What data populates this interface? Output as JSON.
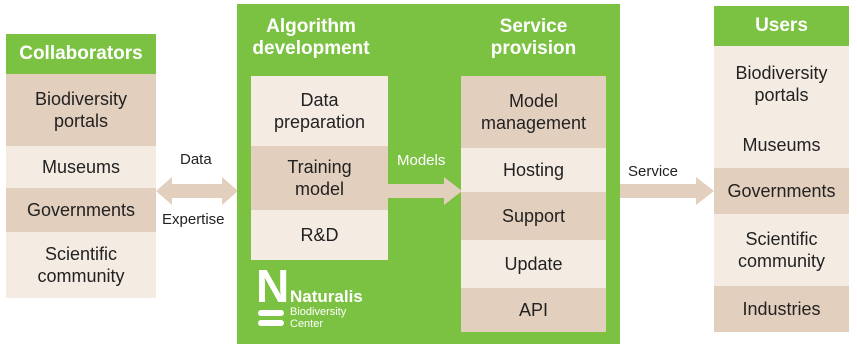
{
  "collaborators": {
    "header": "Collaborators",
    "items": [
      "Biodiversity\nportals",
      "Museums",
      "Governments",
      "Scientific\ncommunity"
    ]
  },
  "exchange": {
    "top_label": "Data",
    "bottom_label": "Expertise"
  },
  "algorithm": {
    "header": "Algorithm\ndevelopment",
    "items": [
      "Data\npreparation",
      "Training\nmodel",
      "R&D"
    ]
  },
  "models_label": "Models",
  "service_provision": {
    "header": "Service\nprovision",
    "items": [
      "Model\nmanagement",
      "Hosting",
      "Support",
      "Update",
      "API"
    ]
  },
  "service_label": "Service",
  "users": {
    "header": "Users",
    "items": [
      "Biodiversity\nportals",
      "Museums",
      "Governments",
      "Scientific\ncommunity",
      "Industries"
    ]
  },
  "logo": {
    "name": "Naturalis",
    "sub1": "Biodiversity",
    "sub2": "Center",
    "mark": "N"
  },
  "colors": {
    "green": "#7cc242",
    "tan_dark": "#e3cfbd",
    "tan_light": "#f4ebe3",
    "arrow": "#e3cfbd"
  }
}
